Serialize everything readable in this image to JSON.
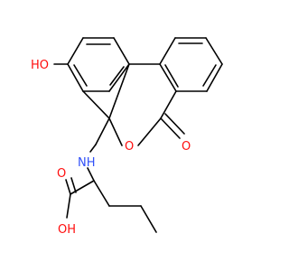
{
  "colors": {
    "bond": "#000000",
    "oxygen": "#ff0d0d",
    "nitrogen": "#3050f8",
    "carbon_text": "#000000"
  },
  "atoms": {
    "hydroxyl": "HO",
    "ring_oxygen": "O",
    "carbonyl_oxygen": "O",
    "amine": "NH",
    "acid_carbonyl_oxygen": "O",
    "acid_hydroxyl": "OH"
  }
}
